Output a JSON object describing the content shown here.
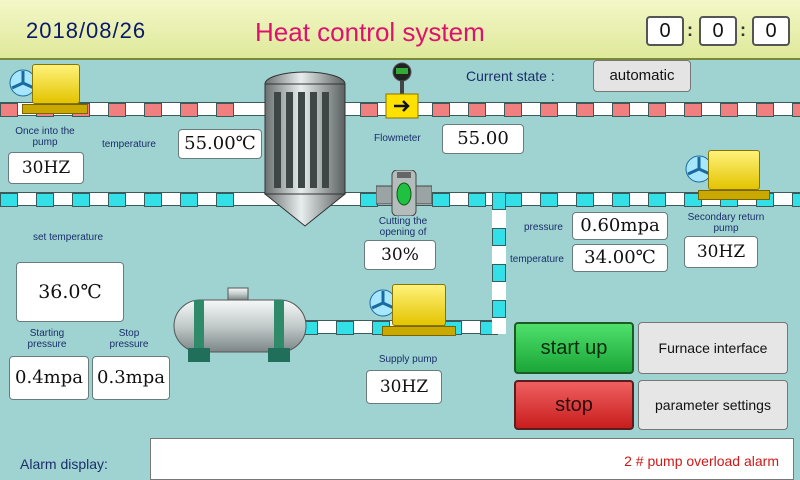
{
  "header": {
    "date": "2018/08/26",
    "title": "Heat control system",
    "clock": [
      "0",
      "0",
      "0"
    ]
  },
  "state": {
    "label": "Current state :",
    "value": "automatic"
  },
  "pumps": {
    "once_into": {
      "label": "Once into the pump",
      "freq": "30HZ"
    },
    "secondary_return": {
      "label": "Secondary return pump",
      "freq": "30HZ"
    },
    "supply": {
      "label": "Supply pump",
      "freq": "30HZ"
    }
  },
  "readings": {
    "temperature_label": "temperature",
    "temperature_value": "55.00℃",
    "flowmeter_label": "Flowmeter",
    "flowmeter_value": "55.00",
    "cutting_label": "Cutting the opening of",
    "cutting_value": "30%",
    "pressure_label": "pressure",
    "pressure_value": "0.60mpa",
    "temperature2_label": "temperature",
    "temperature2_value": "34.00℃"
  },
  "settings": {
    "set_temperature_label": "set temperature",
    "set_temperature_value": "36.0℃",
    "starting_pressure_label": "Starting pressure",
    "starting_pressure_value": "0.4mpa",
    "stop_pressure_label": "Stop pressure",
    "stop_pressure_value": "0.3mpa"
  },
  "buttons": {
    "start": "start up",
    "stop": "stop",
    "furnace": "Furnace interface",
    "parameters": "parameter settings"
  },
  "alarm": {
    "label": "Alarm display:",
    "message": "2 # pump overload alarm"
  },
  "colors": {
    "hot_pipe": "#f08080",
    "cold_pipe": "#33e0e8",
    "start": "#27c24a",
    "stop": "#e33434"
  }
}
